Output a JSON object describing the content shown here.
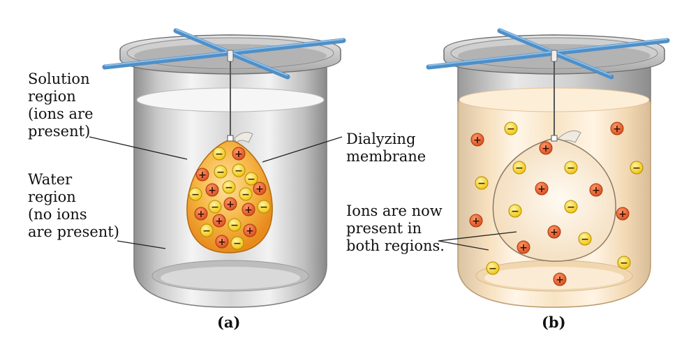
{
  "labels": {
    "solution_region": "Solution\nregion\n(ions are\npresent)",
    "water_region": "Water\nregion\n(no ions\nare present)",
    "dialyzing_membrane": "Dialyzing\nmembrane",
    "ions_now_present": "Ions are now\npresent in\nboth regions."
  },
  "captions": {
    "a": "(a)",
    "b": "(b)"
  },
  "ion_symbols": {
    "positive": "+",
    "negative": "−"
  },
  "colors": {
    "positive_ion": "#e8602c",
    "negative_ion": "#f6d21c",
    "stir_rod": "#4f8fc8",
    "beaker_glass": "#d4d4d4",
    "solution_a": "#f0a030",
    "solution_b": "#f8e4c4"
  }
}
